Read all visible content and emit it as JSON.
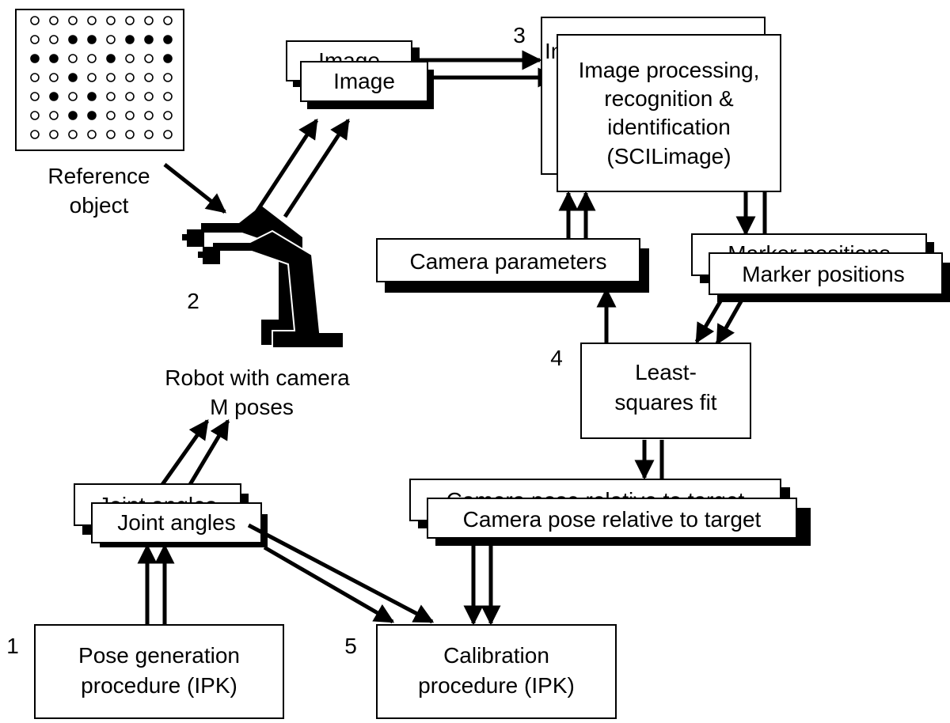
{
  "reference": {
    "grid": [
      [
        0,
        0,
        0,
        0,
        0,
        0,
        0,
        0
      ],
      [
        0,
        0,
        1,
        1,
        0,
        1,
        1,
        1
      ],
      [
        1,
        1,
        0,
        0,
        1,
        0,
        0,
        1
      ],
      [
        0,
        0,
        1,
        0,
        0,
        0,
        0,
        0
      ],
      [
        0,
        1,
        0,
        1,
        0,
        0,
        0,
        0
      ],
      [
        0,
        0,
        1,
        1,
        0,
        0,
        0,
        0
      ],
      [
        0,
        0,
        0,
        0,
        0,
        0,
        0,
        0
      ]
    ],
    "label_line1": "Reference",
    "label_line2": "object"
  },
  "robot": {
    "number": "2",
    "label_line1": "Robot with camera",
    "label_line2": "M poses"
  },
  "image_stack": {
    "back_label": "Image",
    "front_label": "Image"
  },
  "processing": {
    "number": "3",
    "back_fragment": "Im",
    "line1": "Image processing,",
    "line2": "recognition &",
    "line3": "identification",
    "line4": "(SCILimage)"
  },
  "camera_parameters": {
    "label": "Camera parameters"
  },
  "marker_positions": {
    "back_label": "Marker positions",
    "front_label": "Marker positions"
  },
  "least_squares": {
    "number": "4",
    "line1": "Least-",
    "line2": "squares fit"
  },
  "camera_pose": {
    "back_label": "Camera pose relative to target",
    "front_label": "Camera pose relative to target"
  },
  "joint_angles": {
    "back_label": "Joint angles",
    "front_label": "Joint angles"
  },
  "pose_generation": {
    "number": "1",
    "line1": "Pose generation",
    "line2": "procedure (IPK)"
  },
  "calibration": {
    "number": "5",
    "line1": "Calibration",
    "line2": "procedure (IPK)"
  }
}
